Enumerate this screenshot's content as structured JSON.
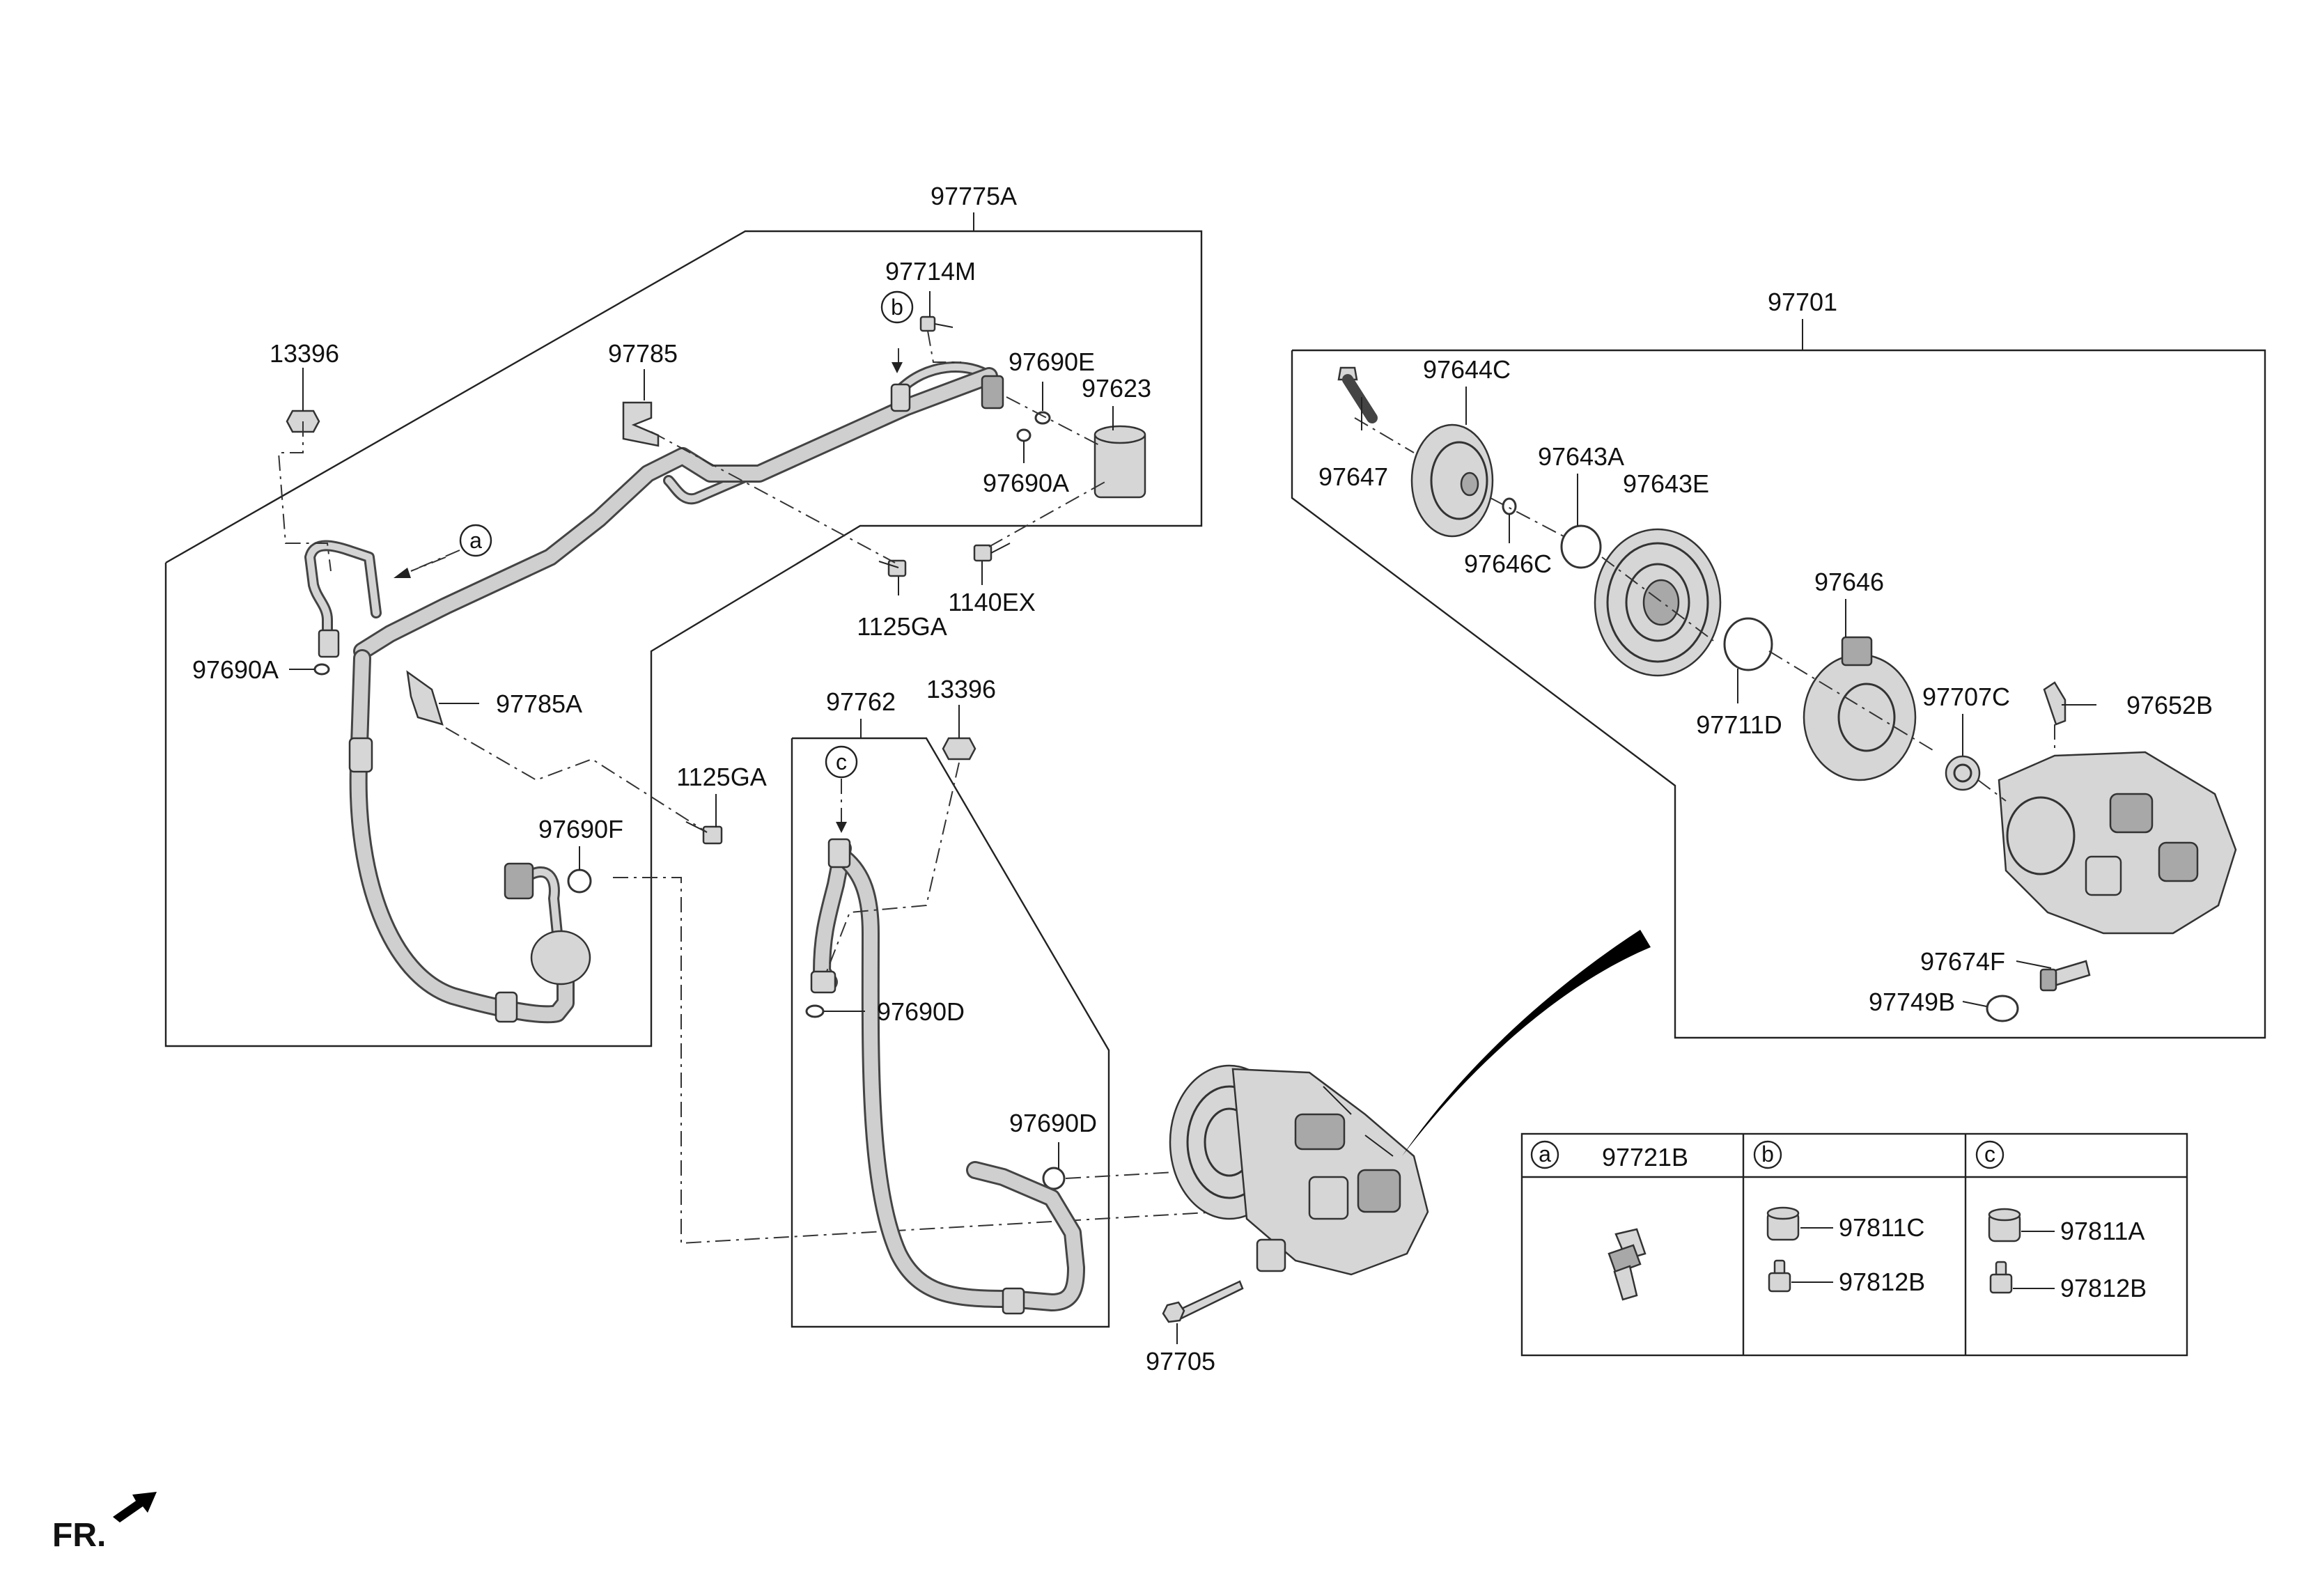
{
  "labels": {
    "p97775A": "97775A",
    "p13396_top": "13396",
    "p97785": "97785",
    "p97714M": "97714M",
    "p97690E": "97690E",
    "p97623": "97623",
    "p97690A_top": "97690A",
    "p1125GA_top": "1125GA",
    "p1140EX": "1140EX",
    "p97690A_left": "97690A",
    "p97785A": "97785A",
    "p1125GA_mid": "1125GA",
    "p97690F": "97690F",
    "p97762": "97762",
    "p13396_mid": "13396",
    "p97690D_upper": "97690D",
    "p97690D_lower": "97690D",
    "p97705": "97705",
    "p97701": "97701",
    "p97644C": "97644C",
    "p97647": "97647",
    "p97643A": "97643A",
    "p97643E": "97643E",
    "p97646C": "97646C",
    "p97646": "97646",
    "p97711D": "97711D",
    "p97707C": "97707C",
    "p97652B": "97652B",
    "p97674F": "97674F",
    "p97749B": "97749B"
  },
  "callouts": {
    "a": "a",
    "b": "b",
    "c": "c"
  },
  "legend_table": {
    "col_a": {
      "key": "a",
      "part": "97721B"
    },
    "col_b": {
      "key": "b",
      "parts": [
        "97811C",
        "97812B"
      ]
    },
    "col_c": {
      "key": "c",
      "parts": [
        "97811A",
        "97812B"
      ]
    }
  },
  "direction": "FR.",
  "colors": {
    "line": "#222222",
    "part_fill": "#d6d6d6",
    "part_dark": "#a8a8a8"
  }
}
